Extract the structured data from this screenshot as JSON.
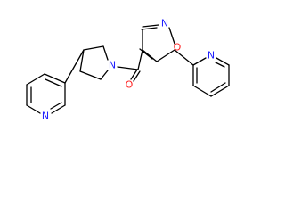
{
  "structure": {
    "atoms": {
      "isoxazole_n": {
        "symbol": "N",
        "color": "#2020ff"
      },
      "isoxazole_o": {
        "symbol": "O",
        "color": "#ff2020"
      },
      "carbonyl_o": {
        "symbol": "O",
        "color": "#ff2020"
      },
      "pyrrolidine_n": {
        "symbol": "N",
        "color": "#2020ff"
      },
      "pyridine_left_n": {
        "symbol": "N",
        "color": "#2020ff"
      },
      "pyridine_right_n": {
        "symbol": "N",
        "color": "#2020ff"
      }
    }
  }
}
